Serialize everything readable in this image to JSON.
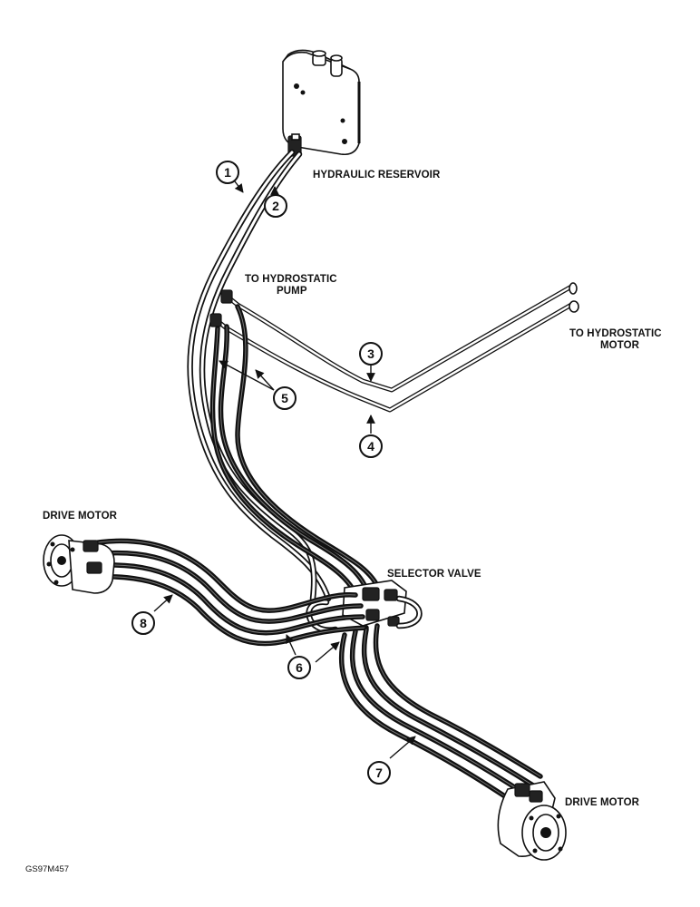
{
  "labels": {
    "hydraulic_reservoir": "HYDRAULIC RESERVOIR",
    "to_hydrostatic_pump_line1": "TO HYDROSTATIC",
    "to_hydrostatic_pump_line2": "PUMP",
    "to_hydrostatic_motor_line1": "TO HYDROSTATIC",
    "to_hydrostatic_motor_line2": "MOTOR",
    "drive_motor_left": "DRIVE MOTOR",
    "selector_valve": "SELECTOR VALVE",
    "drive_motor_right": "DRIVE MOTOR",
    "figure_id": "GS97M457"
  },
  "callouts": [
    "1",
    "2",
    "3",
    "4",
    "5",
    "6",
    "7",
    "8"
  ],
  "colors": {
    "ink": "#111111",
    "paper": "#ffffff"
  }
}
